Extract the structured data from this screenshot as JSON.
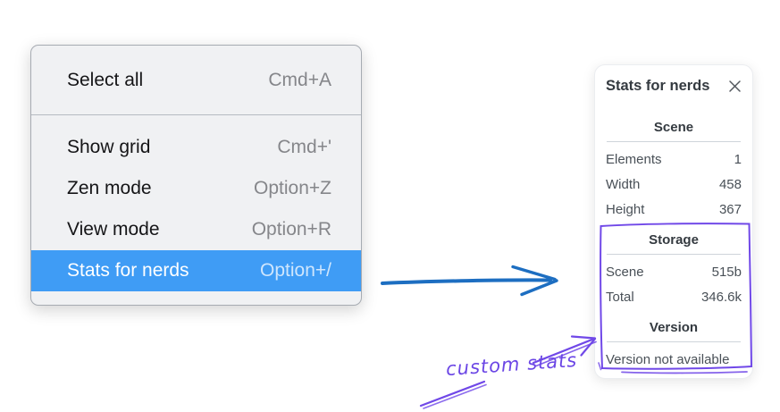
{
  "context_menu": {
    "items": [
      {
        "label": "Select all",
        "shortcut": "Cmd+A",
        "highlighted": false
      },
      {
        "label": "Show grid",
        "shortcut": "Cmd+'",
        "highlighted": false
      },
      {
        "label": "Zen mode",
        "shortcut": "Option+Z",
        "highlighted": false
      },
      {
        "label": "View mode",
        "shortcut": "Option+R",
        "highlighted": false
      },
      {
        "label": "Stats for nerds",
        "shortcut": "Option+/",
        "highlighted": true
      }
    ],
    "highlight_color": "#3f9cf5"
  },
  "stats_panel": {
    "title": "Stats for nerds",
    "close_icon": "x-icon",
    "sections": [
      {
        "heading": "Scene",
        "rows": [
          {
            "label": "Elements",
            "value": "1"
          },
          {
            "label": "Width",
            "value": "458"
          },
          {
            "label": "Height",
            "value": "367"
          }
        ]
      },
      {
        "heading": "Storage",
        "rows": [
          {
            "label": "Scene",
            "value": "515b"
          },
          {
            "label": "Total",
            "value": "346.6k"
          }
        ]
      },
      {
        "heading": "Version",
        "rows": [],
        "note": "Version not available"
      }
    ]
  },
  "annotations": {
    "custom_stats_label": "custom stats",
    "colors": {
      "annotation_purple": "#7048e8",
      "arrow_blue": "#1d6ec1"
    }
  }
}
